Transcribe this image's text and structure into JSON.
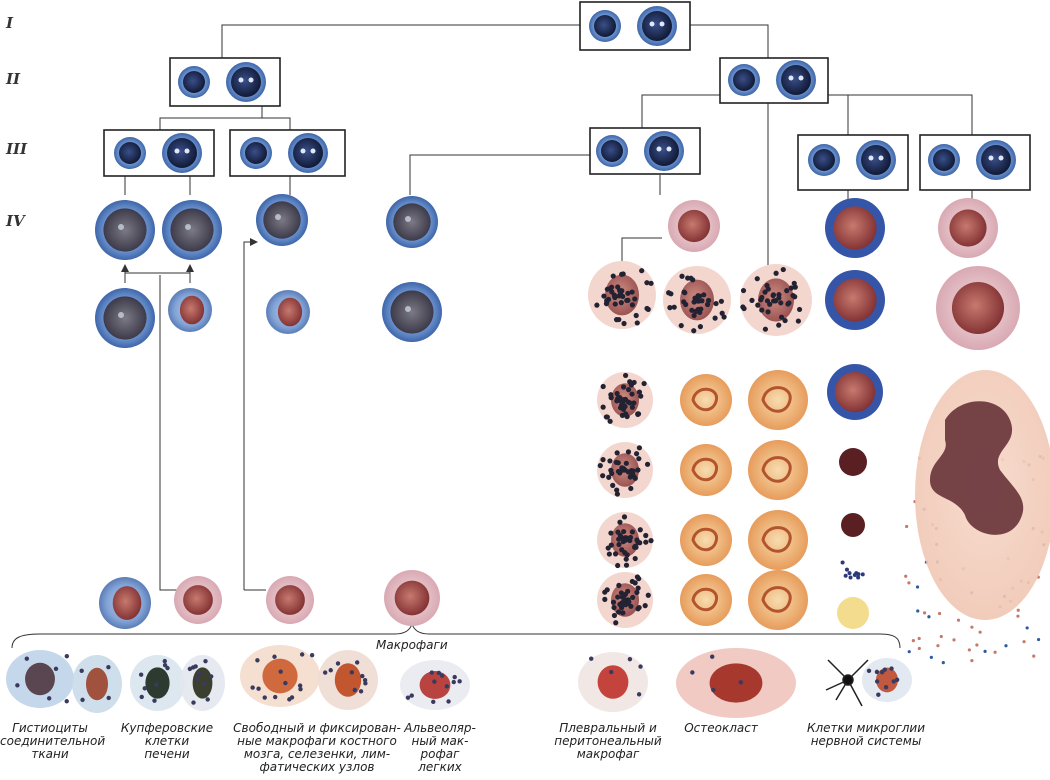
{
  "row_labels": [
    "I",
    "II",
    "III",
    "IV"
  ],
  "group_label": "Макрофаги",
  "captions": [
    "Гистиоциты\nсоединительной\nткани",
    "Купферовские\nклетки\nпечени",
    "Свободный и фиксирован-\nные макрофаги костного\nмозга, селезенки, лим-\nфатических узлов",
    "Альвеоляр-\nный мак-\nрофаг\nлегких",
    "Плевральный и\nперитонеальный\nмакрофаг",
    "Остеокласт",
    "Клетки микроглии\nнервной системы"
  ],
  "colors": {
    "blue_cell": "#5e86c2",
    "dark_nucleus": "#1b2446",
    "pink_cell": "#e7c3c7",
    "red_nucleus": "#b24a45",
    "orange_cell": "#f2c08b",
    "dot": "#222233",
    "line": "#333333"
  }
}
